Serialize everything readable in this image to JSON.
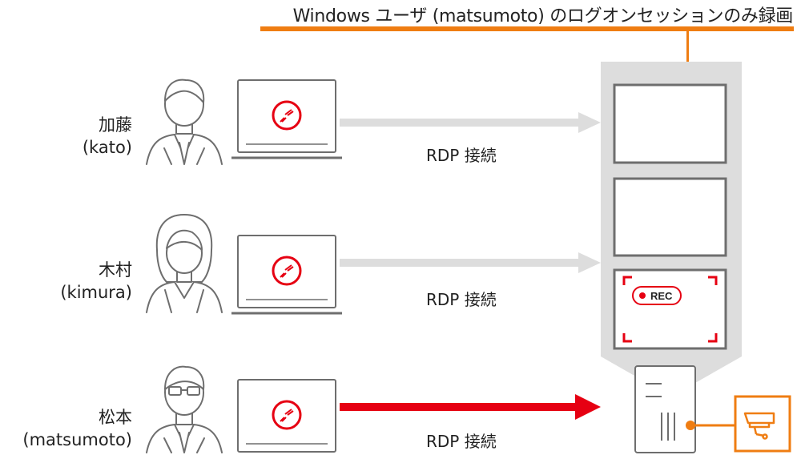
{
  "title": "Windows ユーザ (matsumoto) のログオンセッションのみ録画",
  "users": [
    {
      "name": "加藤",
      "id": "(kato)"
    },
    {
      "name": "木村",
      "id": "(kimura)"
    },
    {
      "name": "松本",
      "id": "(matsumoto)"
    }
  ],
  "connection_label": "RDP 接続",
  "rec_badge": "REC",
  "colors": {
    "accent": "#ef7d12",
    "recording": "#e60012",
    "inactive": "#dddddd",
    "outline": "#6e6e6e"
  }
}
